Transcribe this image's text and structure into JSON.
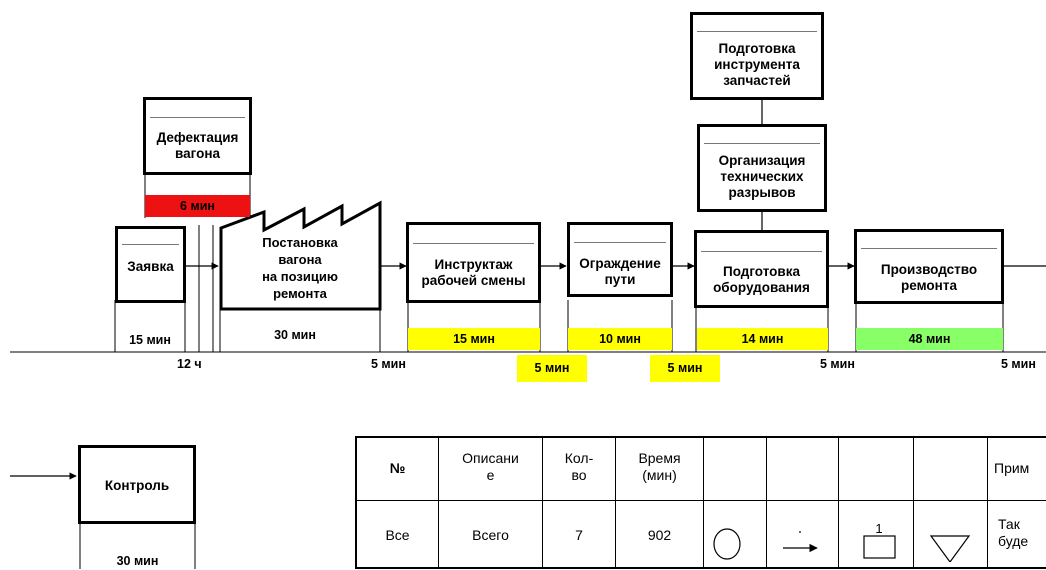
{
  "process_steps": {
    "zayavka": "Заявка",
    "defektaciya": "Дефектация\nвагона",
    "postanovka": "Постановка\nвагона\nна позицию\nремонта",
    "instruktazh": "Инструктаж\nрабочей смены",
    "ograzhdenie": "Ограждение\nпути",
    "podgotovka_oborudovaniya": "Подготовка\nоборудования",
    "proizvodstvo": "Производство\nремонта",
    "podgotovka_instrumenta": "Подготовка\nинструмента\nзапчастей",
    "organizaciya": "Организация\nтехнических\nразрывов",
    "kontrol": "Контроль"
  },
  "durations": {
    "zayavka": "15 мин",
    "defektaciya": "6 мин",
    "postanovka": "30 мин",
    "instruktazh": "15 мин",
    "ograzhdenie": "10 мин",
    "podgotovka_oborudovaniya": "14 мин",
    "proizvodstvo": "48 мин",
    "kontrol": "30 мин"
  },
  "waits": {
    "w1": "12 ч",
    "w2": "5 мин",
    "w3": "5 мин",
    "w4": "5 мин",
    "w5": "5 мин",
    "w6": "5 мин"
  },
  "colors": {
    "red": "#ee1111",
    "yellow": "#ffff00",
    "green": "#88ff66"
  },
  "table": {
    "headers": [
      "№",
      "Описани\nе",
      "Кол-\nво",
      "Время\n(мин)",
      "",
      "",
      "",
      "",
      "Прим"
    ],
    "row": [
      "Все",
      "Всего",
      "7",
      "902",
      "",
      "",
      "",
      "",
      "Так\nбуде"
    ],
    "row_1_icon_digit": "1",
    "symbol_icons": [
      "circle-icon",
      "arrow-icon",
      "rectangle-icon",
      "triangle-down-icon"
    ]
  }
}
